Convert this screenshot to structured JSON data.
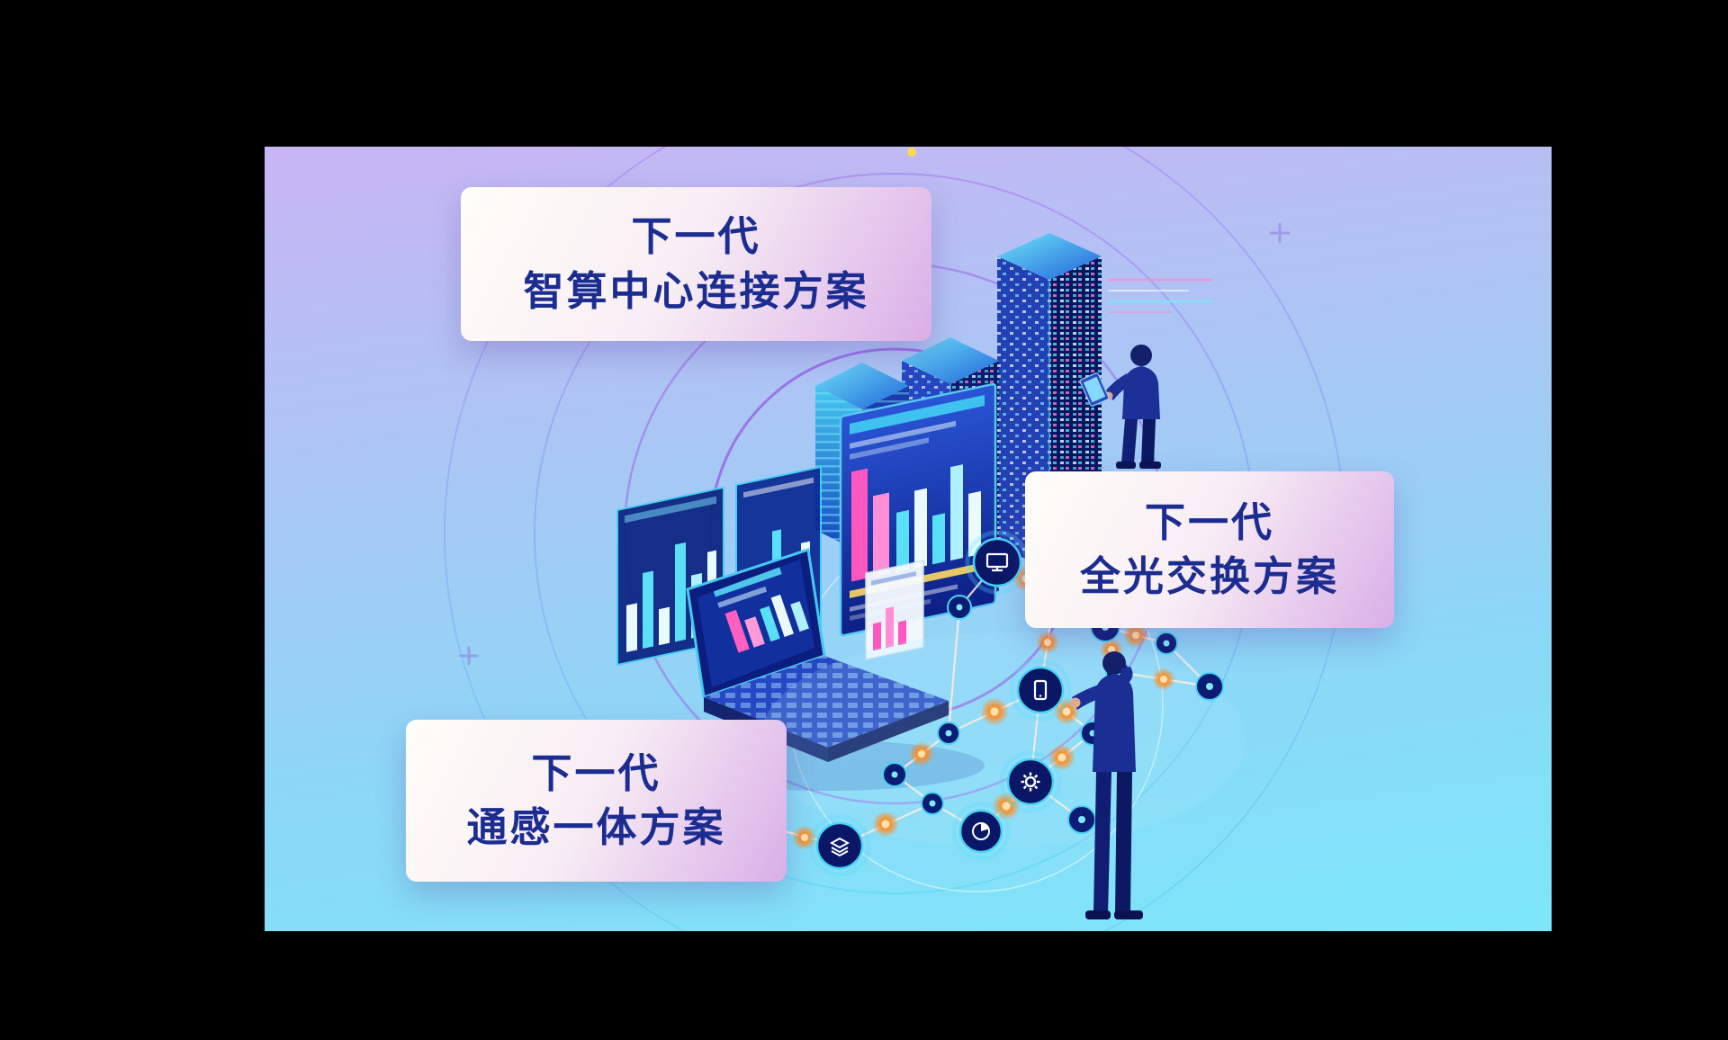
{
  "page": {
    "type": "promotional-solution-diagram",
    "outer_background": "#000000"
  },
  "background": {
    "gradient_top": "#c8b5f3",
    "gradient_mid": "#8cd7f7",
    "gradient_bottom": "#7ce7f8"
  },
  "cards": [
    {
      "name": "next-gen-intelligent-computing-center",
      "line1": "下一代",
      "line2": "智算中心连接方案",
      "text_color": "#1c2d91"
    },
    {
      "name": "next-gen-all-optical-switching",
      "line1": "下一代",
      "line2": "全光交换方案",
      "text_color": "#1c2d91"
    },
    {
      "name": "next-gen-integrated-comm-sensing",
      "line1": "下一代",
      "line2": "通感一体方案",
      "text_color": "#1c2d91"
    }
  ],
  "illustration": {
    "description": "isometric data center scene: server towers, dashboard screens, laptop, connected network nodes with glowing links, two engineers",
    "icons": [
      "monitor-icon",
      "smartphone-icon",
      "gear-icon",
      "pie-chart-icon",
      "layers-icon",
      "tablet-icon"
    ],
    "accent_colors": {
      "ring_purple": "#9a5fe6",
      "ring_cyan": "#4fd4f2",
      "link_glow_orange": "#ff8a1e",
      "server_navy": "#0a1560",
      "server_blue": "#2548c2",
      "screen_cyan": "#46d4f4",
      "chart_pink": "#ff57c0",
      "chart_yellow": "#ffd95e",
      "sparkle_yellow": "#ffd94a"
    }
  }
}
